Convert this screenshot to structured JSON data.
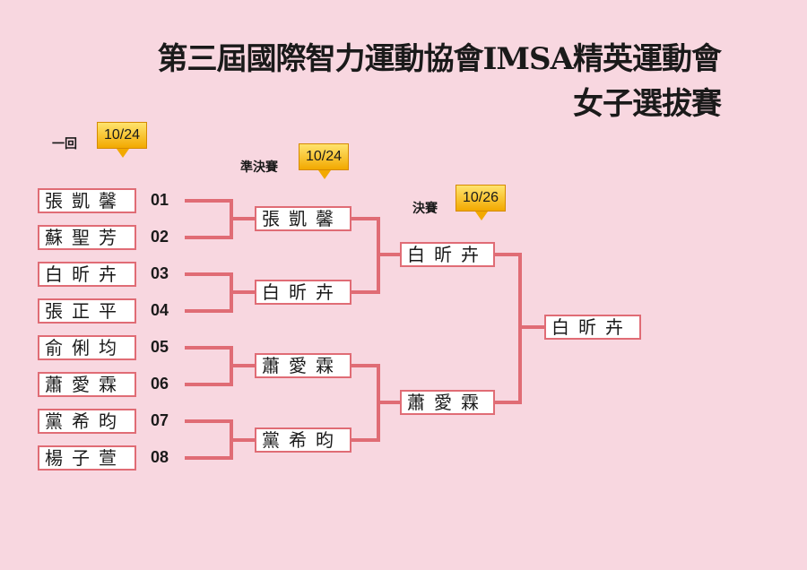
{
  "title": {
    "line1": "第三屆國際智力運動協會IMSA精英運動會",
    "line2": "女子選拔賽"
  },
  "rounds": {
    "round1": {
      "label": "一回",
      "date": "10/24"
    },
    "semifinal": {
      "label": "準決賽",
      "date": "10/24"
    },
    "final": {
      "label": "決賽",
      "date": "10/26"
    }
  },
  "players": [
    {
      "seed": "01",
      "name": "張凱馨"
    },
    {
      "seed": "02",
      "name": "蘇聖芳"
    },
    {
      "seed": "03",
      "name": "白昕卉"
    },
    {
      "seed": "04",
      "name": "張正平"
    },
    {
      "seed": "05",
      "name": "俞俐均"
    },
    {
      "seed": "06",
      "name": "蕭愛霖"
    },
    {
      "seed": "07",
      "name": "黨希昀"
    },
    {
      "seed": "08",
      "name": "楊子萱"
    }
  ],
  "semifinalists": [
    "張凱馨",
    "白昕卉",
    "蕭愛霖",
    "黨希昀"
  ],
  "finalists": [
    "白昕卉",
    "蕭愛霖"
  ],
  "champion": "白昕卉",
  "colors": {
    "background": "#f8d7e0",
    "line": "#e06c75",
    "tag": "#f2a900"
  }
}
